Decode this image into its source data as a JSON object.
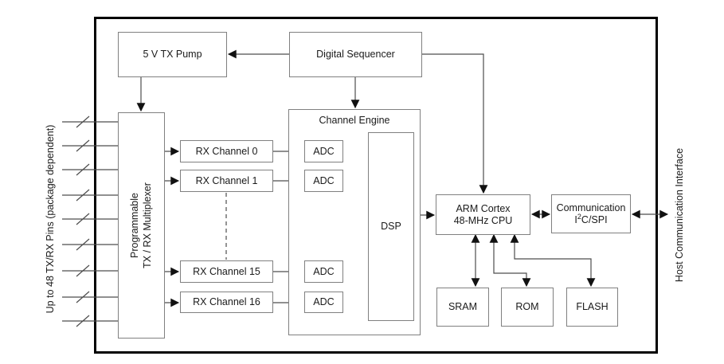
{
  "diagram": {
    "blocks": {
      "pump": {
        "label": "5 V TX Pump"
      },
      "sequencer": {
        "label": "Digital Sequencer"
      },
      "mux": {
        "line1": "Programmable",
        "line2": "TX / RX Multiplexer"
      },
      "channel_engine": {
        "label": "Channel Engine"
      },
      "rx_channels": [
        "RX Channel 0",
        "RX Channel 1",
        "RX Channel 15",
        "RX Channel 16"
      ],
      "adc": {
        "label": "ADC"
      },
      "dsp": {
        "label": "DSP"
      },
      "cpu": {
        "line1": "ARM Cortex",
        "line2": "48-MHz CPU"
      },
      "comm": {
        "line1": "Communication",
        "l2_pre": "I",
        "l2_sup": "2",
        "l2_post": "C/SPI"
      },
      "sram": {
        "label": "SRAM"
      },
      "rom": {
        "label": "ROM"
      },
      "flash": {
        "label": "FLASH"
      }
    },
    "side_labels": {
      "left": "Up to 48 TX/RX Pins (package dependent)",
      "right": "Host Communication Interface"
    },
    "colors": {
      "background": "#ffffff",
      "box_border": "#808080",
      "outer_border": "#000000",
      "line": "#4d4d4d",
      "arrow": "#111111",
      "text": "#1a1a1a"
    }
  }
}
